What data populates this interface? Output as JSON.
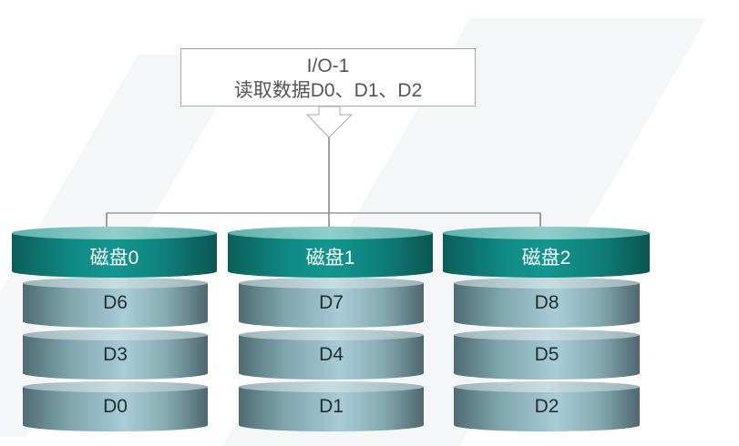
{
  "callout": {
    "line1": "I/O-1",
    "line2": "读取数据D0、D1、D2"
  },
  "disks": [
    {
      "name": "磁盘0",
      "blocks": [
        "D6",
        "D3",
        "D0"
      ]
    },
    {
      "name": "磁盘1",
      "blocks": [
        "D7",
        "D4",
        "D1"
      ]
    },
    {
      "name": "磁盘2",
      "blocks": [
        "D8",
        "D5",
        "D2"
      ]
    }
  ],
  "colors": {
    "header": "#108a84",
    "block": "#86aab2",
    "line": "#555555"
  }
}
